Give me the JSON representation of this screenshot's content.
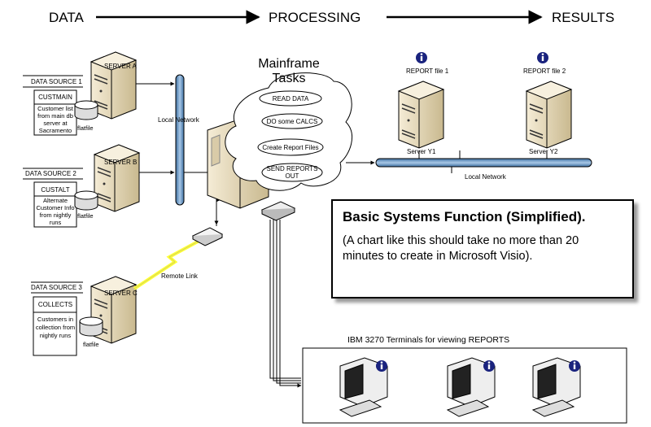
{
  "header": {
    "data": "DATA",
    "processing": "PROCESSING",
    "results": "RESULTS"
  },
  "sources": [
    {
      "label": "DATA SOURCE 1",
      "server": "SERVER A",
      "table": "CUSTMAIN",
      "desc": [
        "Customer list",
        "from main db",
        "server at",
        "Sacramento"
      ],
      "file": "flatfile"
    },
    {
      "label": "DATA SOURCE 2",
      "server": "SERVER B",
      "table": "CUSTALT",
      "desc": [
        "Alternate",
        "Customer Info",
        "from nightly",
        "runs"
      ],
      "file": "flatfile"
    },
    {
      "label": "DATA SOURCE 3",
      "server": "SERVER C",
      "table": "COLLECTS",
      "desc": [
        "Customers in",
        "collection from",
        "nightly runs"
      ],
      "file": "flatfile"
    }
  ],
  "local_network_left": "Local Network",
  "remote_link": "Remote Link",
  "mainframe": {
    "title": [
      "Mainframe",
      "Tasks"
    ],
    "tasks": [
      "READ DATA",
      "DO some CALCS",
      "Create Report Files",
      "SEND REPORTS",
      "OUT"
    ]
  },
  "results": {
    "servers": [
      "Server Y1",
      "Server Y2"
    ],
    "reports": [
      "REPORT file 1",
      "REPORT file 2"
    ],
    "network": "Local Network"
  },
  "infobox": {
    "title": "Basic Systems Function (Simplified).",
    "body": "(A chart like this should take no more than 20 minutes to create in Microsoft Visio)."
  },
  "terminals": {
    "label": "IBM 3270 Terminals for viewing REPORTS"
  },
  "colors": {
    "server": "#e8dcc0",
    "network": "#6f9cc8",
    "info": "#1a237e",
    "lightning": "#ffff33"
  }
}
